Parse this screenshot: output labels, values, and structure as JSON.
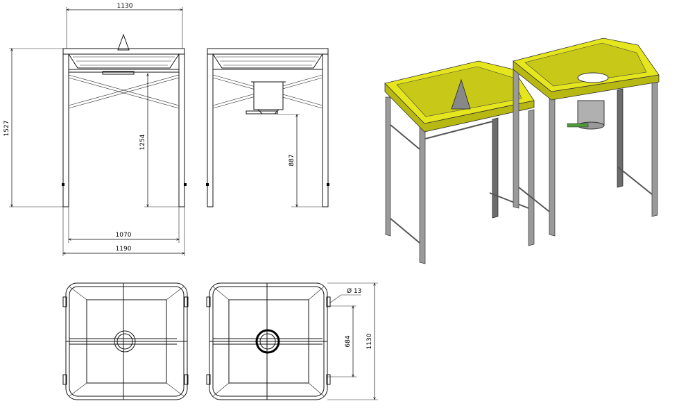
{
  "dimensions": {
    "front_width_top": "1130",
    "overall_height": "1527",
    "cone_height": "1254",
    "hopper_outlet_height": "887",
    "inner_leg_span": "1070",
    "outer_leg_span": "1190",
    "hole_diameter": "Ø 13",
    "hole_spacing": "684",
    "top_view_depth": "1130"
  },
  "colors": {
    "tray": "#e6e61e",
    "frame": "#9a9a9a"
  }
}
